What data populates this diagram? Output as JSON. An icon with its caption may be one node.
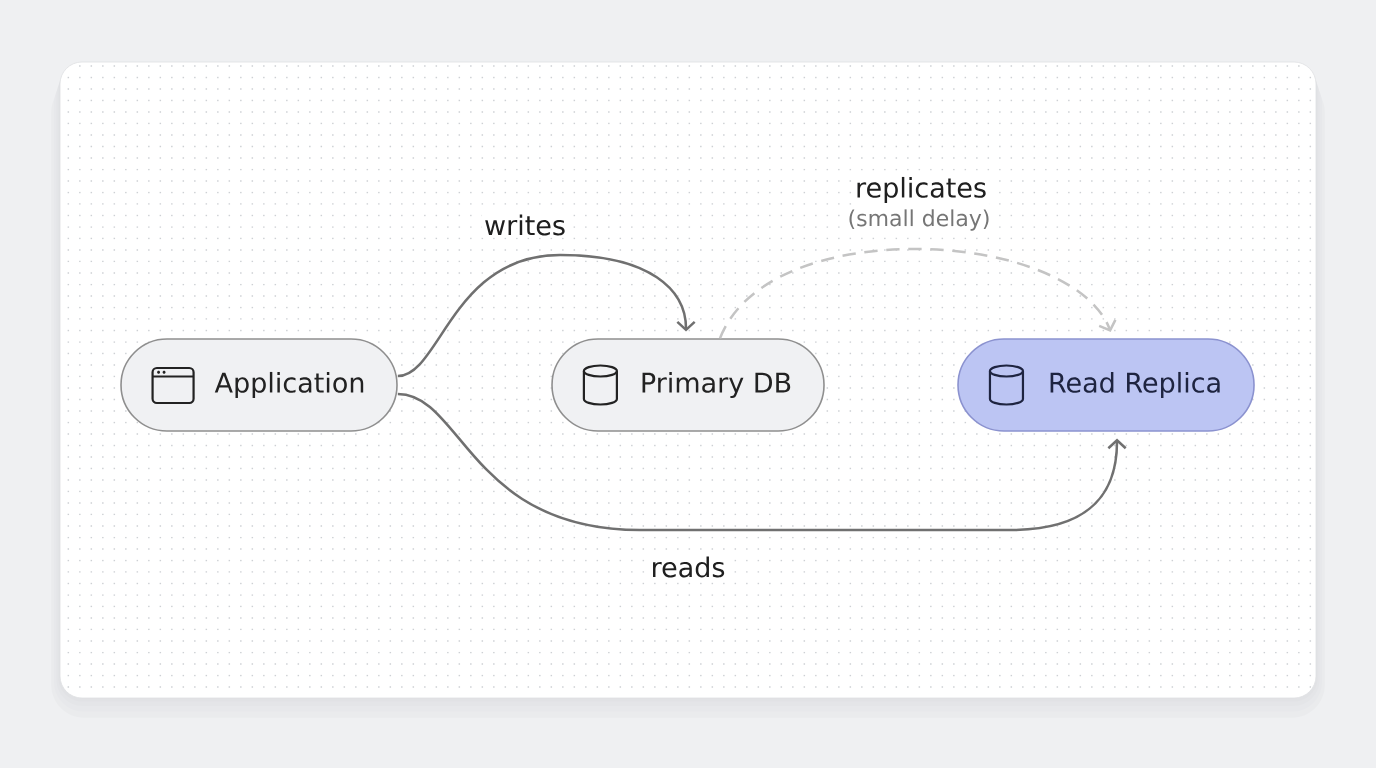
{
  "diagram": {
    "nodes": [
      {
        "text": [
          "Application"
        ]
      },
      {
        "text": [
          "Primary DB"
        ]
      },
      {
        "text": [
          "Read Replica"
        ]
      }
    ],
    "edges": [
      {
        "from": 0,
        "to": 1,
        "arrow": "to",
        "label": "writes"
      },
      {
        "from": 1,
        "to": 2,
        "arrow": "to",
        "label": "replicates",
        "style": "dashed",
        "color": "#c4c4c4"
      },
      {
        "from": 0,
        "to": 2,
        "arrow": "to",
        "label": "reads"
      }
    ],
    "labels": [
      "(small delay)"
    ]
  }
}
